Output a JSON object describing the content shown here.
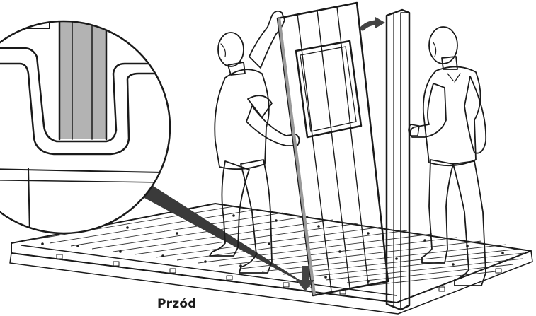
{
  "caption": "Przód",
  "colors": {
    "panel": "#b3b3b3",
    "panel_dark": "#9a9a9a",
    "outline": "#1a1a1a",
    "floor": "#ffffff",
    "arrow": "#444444",
    "window": "#ffffff"
  },
  "icons": {
    "detail": "magnifier-detail-circle",
    "move_arrow": "curved-arrow-right",
    "down_arrow": "arrow-down"
  }
}
